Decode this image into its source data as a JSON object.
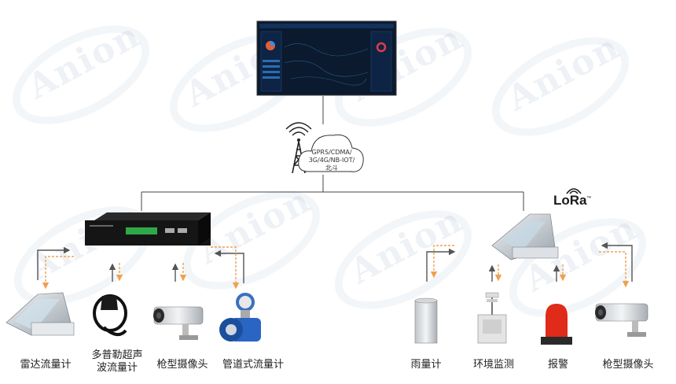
{
  "watermark": {
    "text": "Anion"
  },
  "network": {
    "label_line1": "GPRS/CDMA/",
    "label_line2": "3G/4G/NB-IOT/",
    "label_line3": "北斗"
  },
  "lora": {
    "text": "LoRa",
    "mark": "™"
  },
  "devices_left": [
    {
      "label": "雷达流量计",
      "icon": "radar-flowmeter-icon"
    },
    {
      "label_line1": "多普勒超声",
      "label_line2": "波流量计",
      "icon": "doppler-sensor-icon"
    },
    {
      "label": "枪型摄像头",
      "icon": "bullet-camera-icon"
    },
    {
      "label": "管道式流量计",
      "icon": "pipe-flowmeter-icon"
    }
  ],
  "devices_right": [
    {
      "label": "雨量计",
      "icon": "rain-gauge-icon"
    },
    {
      "label": "环境监测",
      "icon": "environment-station-icon"
    },
    {
      "label": "报警",
      "icon": "alarm-light-icon"
    },
    {
      "label": "枪型摄像头",
      "icon": "bullet-camera-icon"
    }
  ],
  "colors": {
    "uplink": "#555555",
    "downlink": "#f0a050",
    "line": "#444444"
  }
}
